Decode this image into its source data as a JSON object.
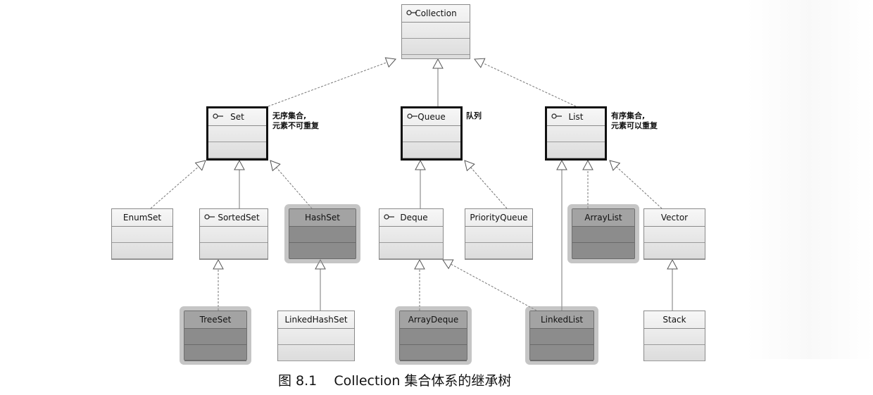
{
  "classes": {
    "collection": {
      "name": "Collection",
      "interface": true
    },
    "set": {
      "name": "Set",
      "interface": true
    },
    "queue": {
      "name": "Queue",
      "interface": true
    },
    "list": {
      "name": "List",
      "interface": true
    },
    "enumset": {
      "name": "EnumSet",
      "interface": false
    },
    "sortedset": {
      "name": "SortedSet",
      "interface": true
    },
    "hashset": {
      "name": "HashSet",
      "interface": false
    },
    "deque": {
      "name": "Deque",
      "interface": true
    },
    "priorityqueue": {
      "name": "PriorityQueue",
      "interface": false
    },
    "arraylist": {
      "name": "ArrayList",
      "interface": false
    },
    "vector": {
      "name": "Vector",
      "interface": false
    },
    "treeset": {
      "name": "TreeSet",
      "interface": false
    },
    "linkedhashset": {
      "name": "LinkedHashSet",
      "interface": false
    },
    "arraydeque": {
      "name": "ArrayDeque",
      "interface": false
    },
    "linkedlist": {
      "name": "LinkedList",
      "interface": false
    },
    "stack": {
      "name": "Stack",
      "interface": false
    }
  },
  "notes": {
    "set": "无序集合,\n元素不可重复",
    "queue": "队列",
    "list": "有序集合,\n元素可以重复"
  },
  "caption": "图 8.1    Collection 集合体系的继承树",
  "colors": {
    "highlight": "#8c8c8c",
    "line": "#777777",
    "border": "#111111"
  }
}
